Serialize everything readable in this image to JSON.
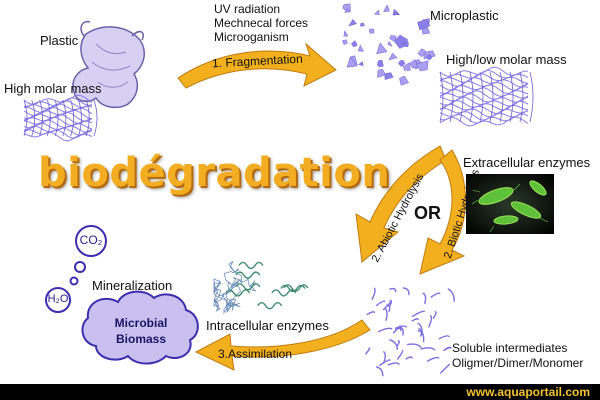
{
  "title": "biodégradation",
  "colors": {
    "title_fill": "#f2ad22",
    "arrow": "#f2b01e",
    "polymer": "#8a7fe6",
    "cloud": "#c9c0ef",
    "footer_text": "#f2c230"
  },
  "inputs": {
    "plastic_label": "Plastic",
    "molar_label": "High molar mass"
  },
  "fragmentation": {
    "factors": [
      "UV radiation",
      "Mechnecal forces",
      "Microoganism"
    ],
    "step_label": "1. Fragmentation"
  },
  "microplastic": {
    "label": "Microplastic",
    "mass_label": "High/low molar mass"
  },
  "hydrolysis": {
    "abiotic": "2. Abiotic Hydrolysis",
    "or": "OR",
    "biotic": "2. Biotic Hydrolysis",
    "enzymes": "Extracellular enzymes"
  },
  "intermediates": {
    "line1": "Soluble intermediates",
    "line2": "Oligmer/Dimer/Monomer"
  },
  "assimilation": {
    "enzymes": "Intracellular enzymes",
    "step_label": "3.Assimilation"
  },
  "mineralization": {
    "co2": "CO₂",
    "h2o": "H₂O",
    "label": "Mineralization",
    "biomass_line1": "Microbial",
    "biomass_line2": "Biomass"
  },
  "footer": {
    "url": "www.aquaportail.com"
  }
}
